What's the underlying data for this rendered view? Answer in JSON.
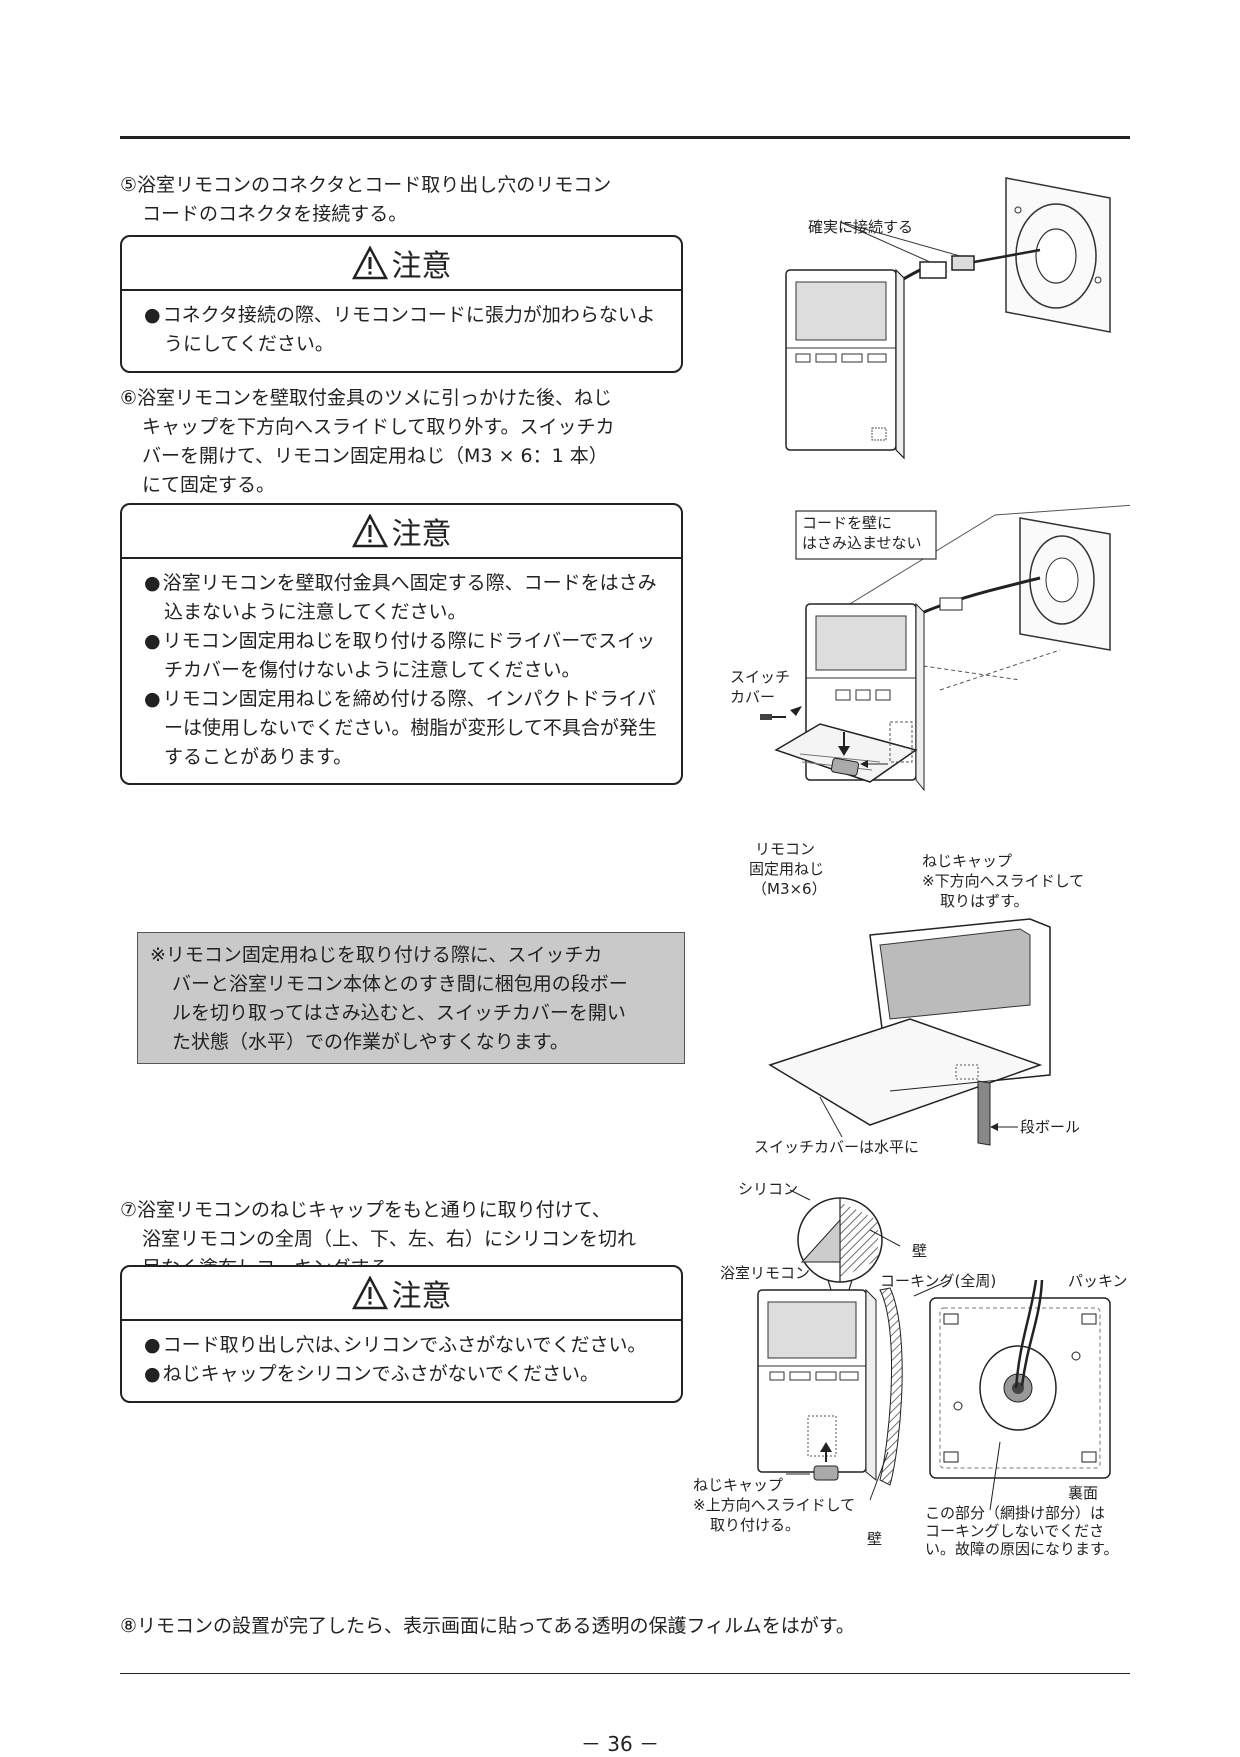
{
  "steps": {
    "s5": {
      "num": "⑤",
      "line1": "浴室リモコンのコネクタとコード取り出し穴のリモコン",
      "line2": "コードのコネクタを接続する。"
    },
    "s6": {
      "num": "⑥",
      "line1": "浴室リモコンを壁取付金具のツメに引っかけた後、ねじ",
      "line2": "キャップを下方向へスライドして取り外す。スイッチカ",
      "line3": "バーを開けて、リモコン固定用ねじ（M3 × 6：1 本）",
      "line4": "にて固定する。"
    },
    "s7": {
      "num": "⑦",
      "line1": "浴室リモコンのねじキャップをもと通りに取り付けて、",
      "line2": "浴室リモコンの全周（上、下、左、右）にシリコンを切れ",
      "line3": "目なく塗布しコーキングする。"
    },
    "s8": {
      "text": "⑧リモコンの設置が完了したら、表示画面に貼ってある透明の保護フィルムをはがす。"
    }
  },
  "caution_title": "注意",
  "caution1": {
    "items": [
      "コネクタ接続の際、リモコンコードに張力が加わらないようにしてください。"
    ]
  },
  "caution2": {
    "items": [
      "浴室リモコンを壁取付金具へ固定する際、コードをはさみ込まないように注意してください。",
      "リモコン固定用ねじを取り付ける際にドライバーでスイッチカバーを傷付けないように注意してください。",
      "リモコン固定用ねじを締め付ける際、インパクトドライバーは使用しないでください。樹脂が変形して不具合が発生することがあります。"
    ]
  },
  "caution3": {
    "items": [
      "コード取り出し穴は､シリコンでふさがないでください｡",
      "ねじキャップをシリコンでふさがないでください。"
    ]
  },
  "note": {
    "line1": "※リモコン固定用ねじを取り付ける際に、スイッチカ",
    "line2": "バーと浴室リモコン本体とのすき間に梱包用の段ボー",
    "line3": "ルを切り取ってはさみ込むと、スイッチカバーを開い",
    "line4": "た状態（水平）での作業がしやすくなります。"
  },
  "fig1": {
    "label_connect": "確実に接続する"
  },
  "fig2": {
    "label_no_pinch_1": "コードを壁に",
    "label_no_pinch_2": "はさみ込ませない",
    "label_switch_1": "スイッチ",
    "label_switch_2": "カバー",
    "label_screw_1": "リモコン",
    "label_screw_2": "固定用ねじ",
    "label_screw_3": "（M3×6）",
    "label_cap_1": "ねじキャップ",
    "label_cap_2": "※下方向へスライドして",
    "label_cap_3": "取りはずす。"
  },
  "fig3": {
    "label_horizontal": "スイッチカバーは水平に",
    "label_cardboard": "段ボール"
  },
  "fig4": {
    "label_silicone": "シリコン",
    "label_wall_top": "壁",
    "label_remote": "浴室リモコン",
    "label_caulking": "コーキング(全周)",
    "label_packing": "パッキン",
    "label_back": "裏面",
    "label_cap_1": "ねじキャップ",
    "label_cap_2": "※上方向へスライドして",
    "label_cap_3": "取り付ける。",
    "label_wall_bottom": "壁",
    "label_warning_1": "この部分（網掛け部分）は",
    "label_warning_2": "コーキングしないでくださ",
    "label_warning_3": "い。故障の原因になります。"
  },
  "page_number": "－ 36 －"
}
